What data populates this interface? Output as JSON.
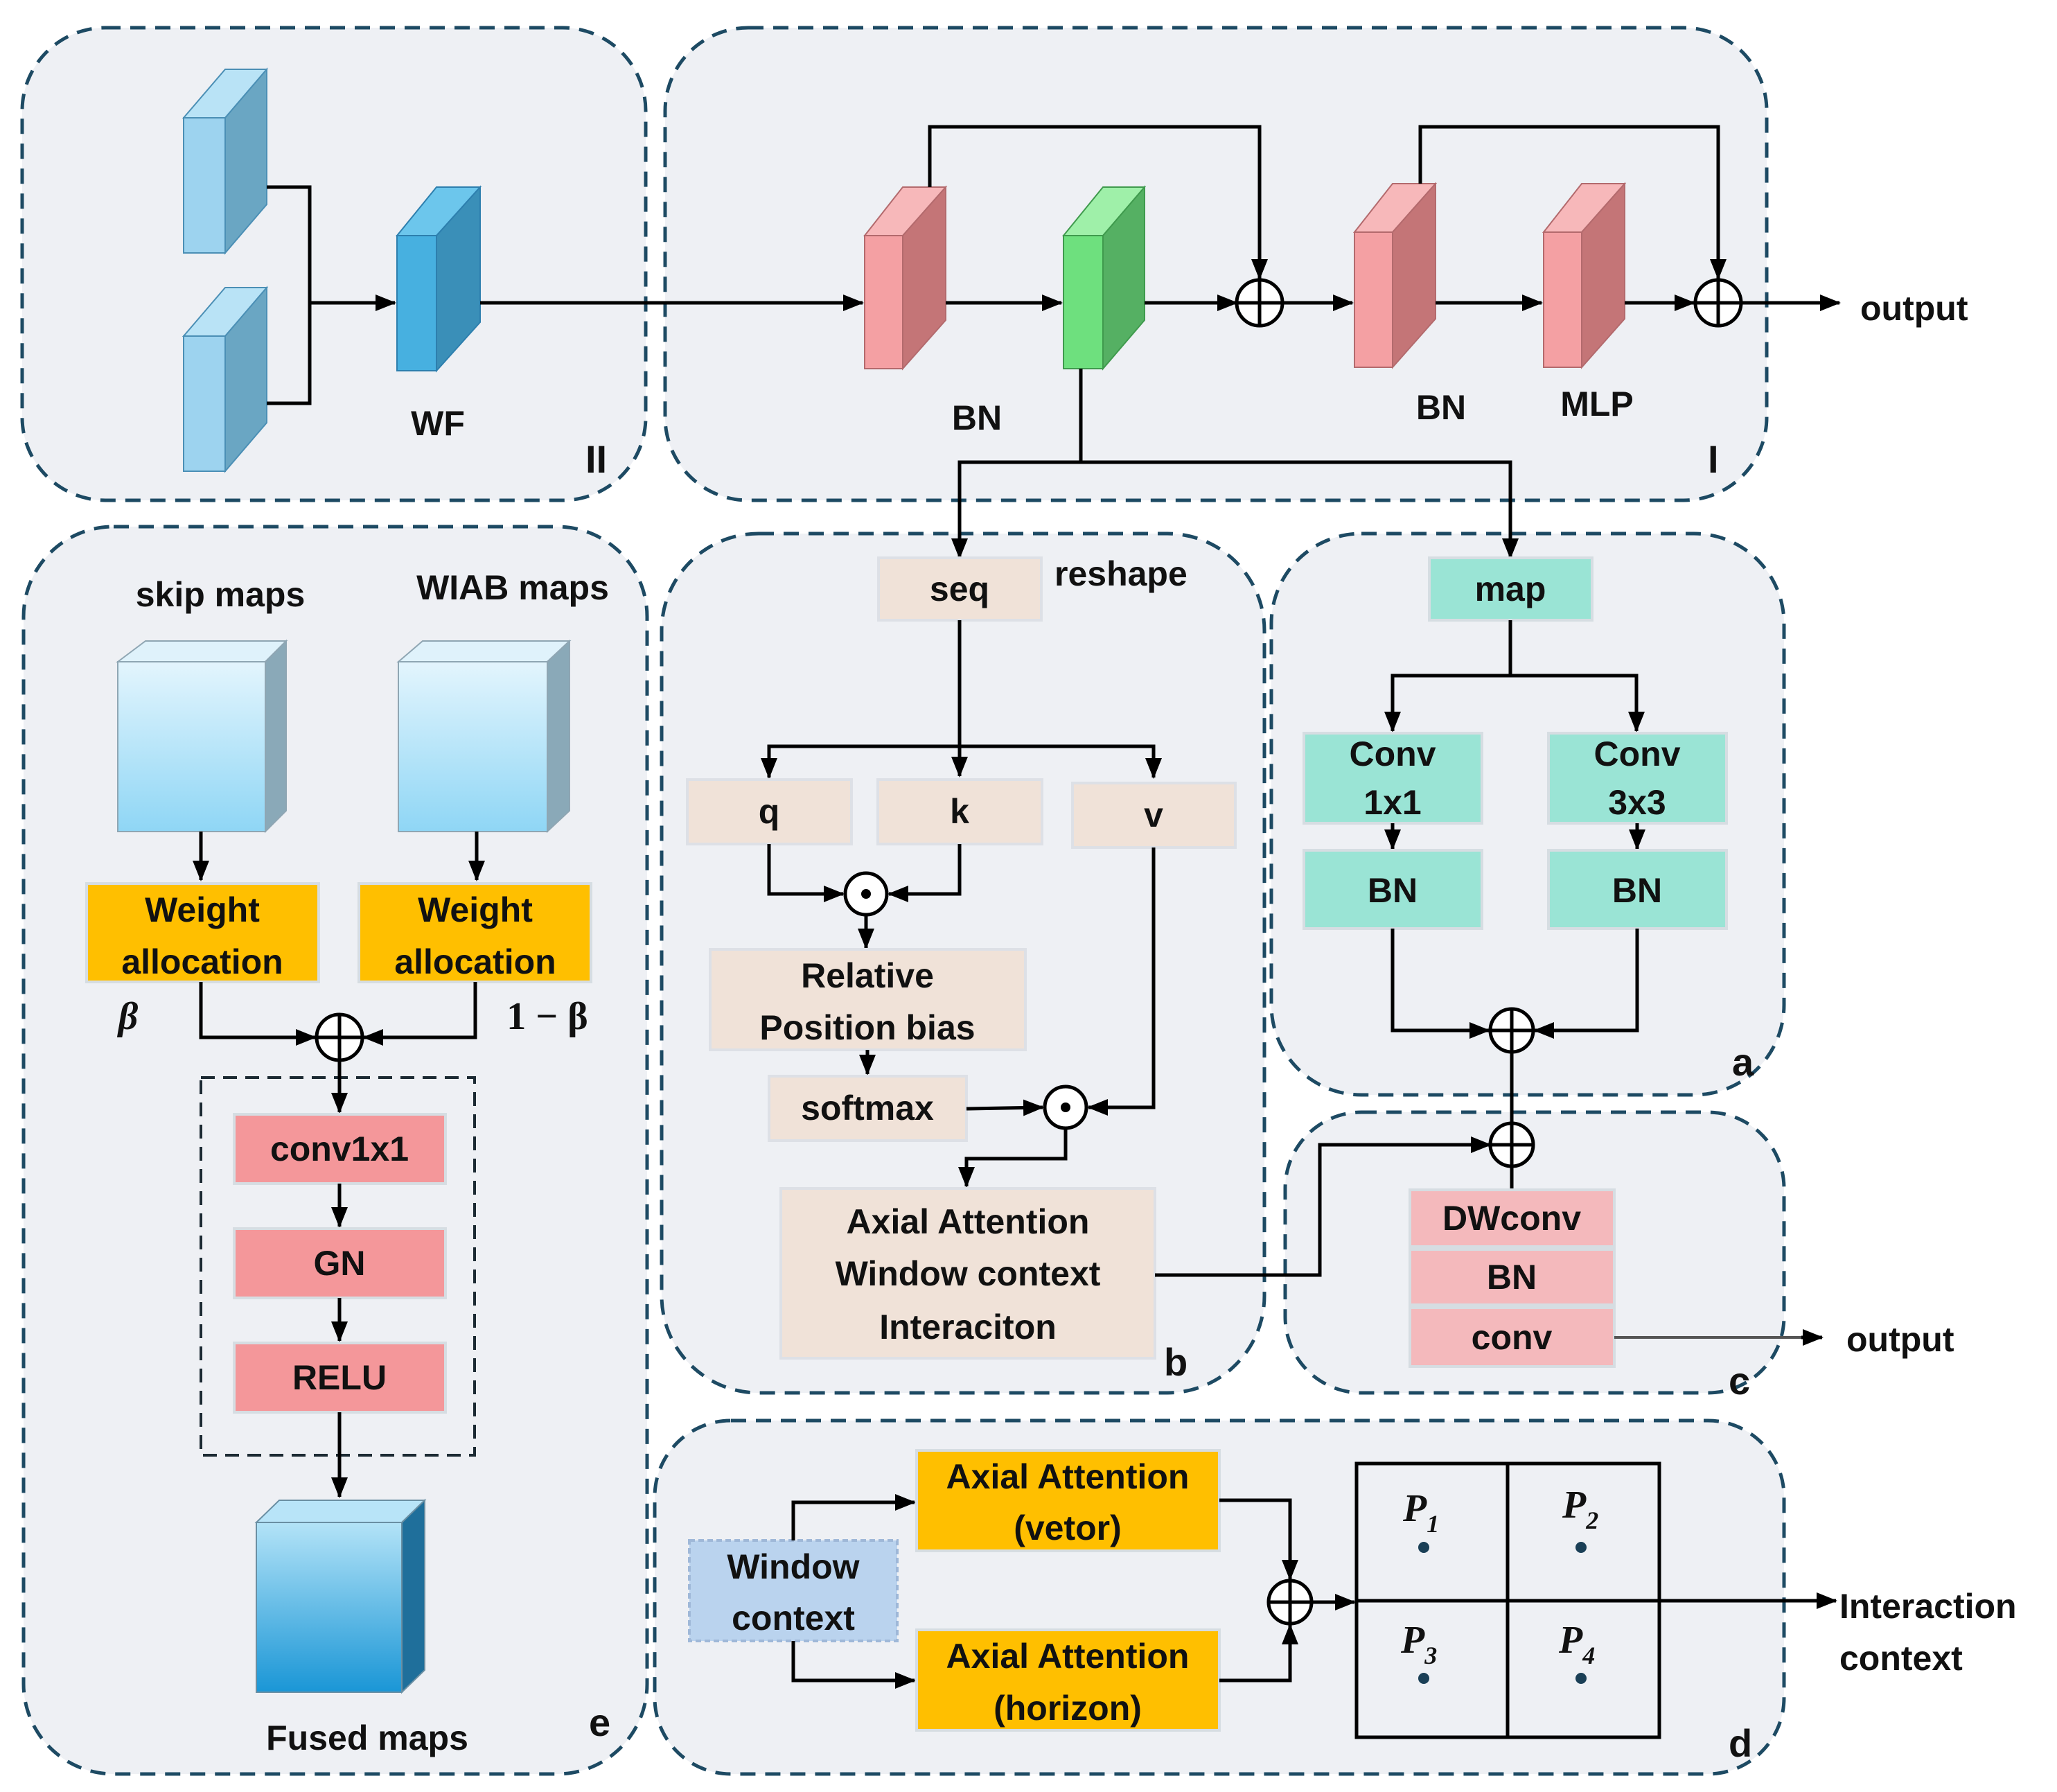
{
  "panel_labels": {
    "II": "II",
    "I": "I",
    "a": "a",
    "b": "b",
    "c": "c",
    "d": "d",
    "e": "e"
  },
  "panel_II": {
    "wf": "WF"
  },
  "panel_I": {
    "bn1": "BN",
    "bn2": "BN",
    "mlp": "MLP",
    "output": "output"
  },
  "panel_b": {
    "seq": "seq",
    "reshape": "reshape",
    "q": "q",
    "k": "k",
    "v": "v",
    "rel_line1": "Relative",
    "rel_line2": "Position bias",
    "softmax": "softmax",
    "axial_line1": "Axial Attention",
    "axial_line2": "Window context",
    "axial_line3": "Interaciton"
  },
  "panel_a": {
    "map": "map",
    "conv1_line1": "Conv",
    "conv1_line2": "1x1",
    "conv3_line1": "Conv",
    "conv3_line2": "3x3",
    "bn_left": "BN",
    "bn_right": "BN"
  },
  "panel_c": {
    "dwconv": "DWconv",
    "bn": "BN",
    "conv": "conv",
    "output": "output"
  },
  "panel_d": {
    "window_line1": "Window",
    "window_line2": "context",
    "av_line1": "Axial Attention",
    "av_line2": "(vetor)",
    "ah_line1": "Axial Attention",
    "ah_line2": "(horizon)",
    "p1": "P",
    "p1_sub": "1",
    "p2": "P",
    "p2_sub": "2",
    "p3": "P",
    "p3_sub": "3",
    "p4": "P",
    "p4_sub": "4",
    "out_line1": "Interaction",
    "out_line2": "context"
  },
  "panel_e": {
    "skip": "skip maps",
    "wiab": "WIAB maps",
    "w1_line1": "Weight",
    "w1_line2": "allocation",
    "w2_line1": "Weight",
    "w2_line2": "allocation",
    "beta": "β",
    "one_minus_beta": "1 − β",
    "conv1x1": "conv1x1",
    "gn": "GN",
    "relu": "RELU",
    "fused": "Fused maps"
  },
  "colors": {
    "panel_fill": "#eef0f4",
    "panel_border": "#1d4a63",
    "blue_block": "#9dd3ef",
    "wf_block": "#47b0e0",
    "red_block": "#f4a0a3",
    "green_block": "#6ee07e",
    "beige": "#f0e2d8",
    "teal": "#9ae4d5",
    "pink": "#f4979a",
    "gold": "#ffbf00",
    "window_context": "#bad3ee"
  }
}
